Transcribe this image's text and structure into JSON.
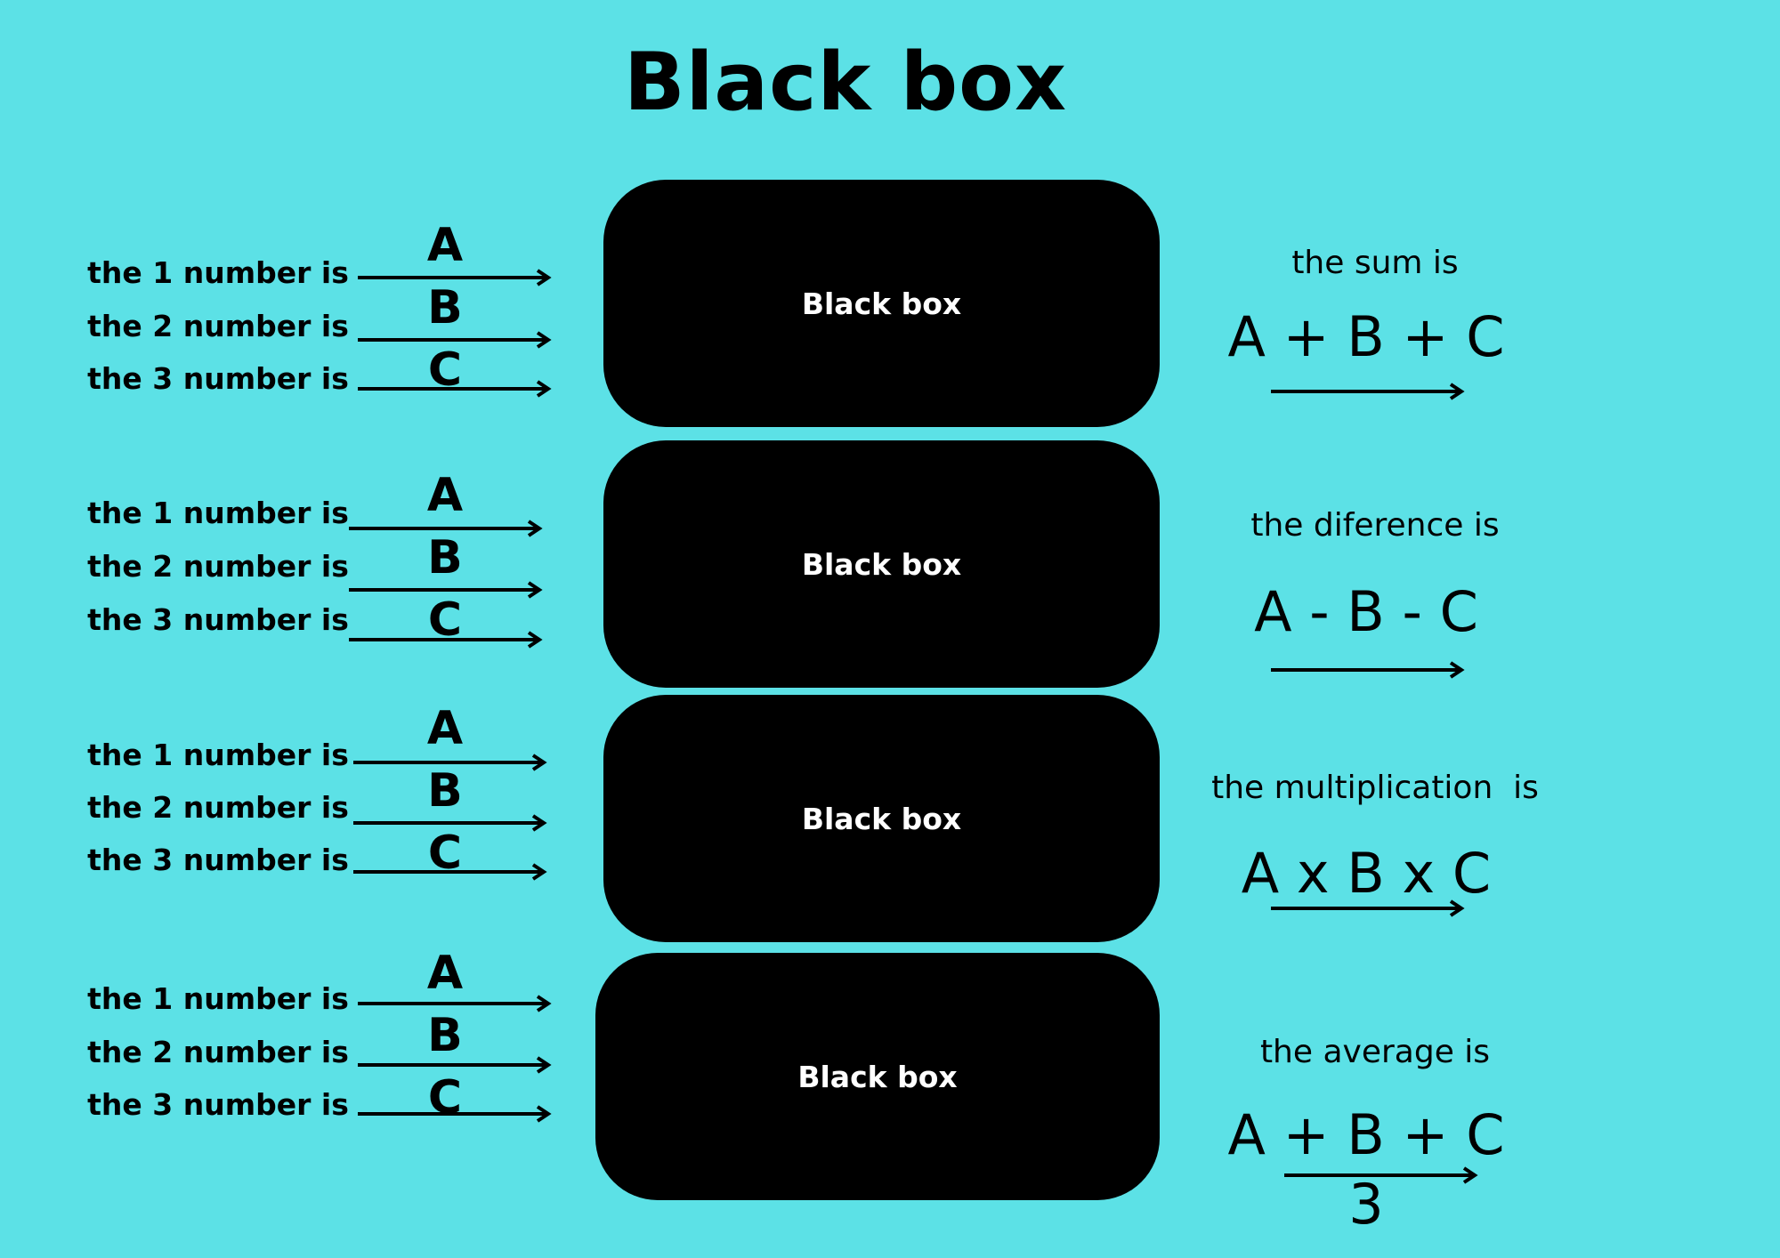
{
  "title": "Black box",
  "rows": [
    {
      "inputs": [
        {
          "label": "the 1 number is",
          "letter": "A"
        },
        {
          "label": "the 2 number is",
          "letter": "B"
        },
        {
          "label": "the 3 number is",
          "letter": "C"
        }
      ],
      "box_label": "Black box",
      "output_label": "the sum is",
      "formula": "A + B + C"
    },
    {
      "inputs": [
        {
          "label": "the 1 number is",
          "letter": "A"
        },
        {
          "label": "the 2 number is",
          "letter": "B"
        },
        {
          "label": "the 3 number is",
          "letter": "C"
        }
      ],
      "box_label": "Black box",
      "output_label": "the diference is",
      "formula": "A - B - C"
    },
    {
      "inputs": [
        {
          "label": "the 1 number is",
          "letter": "A"
        },
        {
          "label": "the 2 number is",
          "letter": "B"
        },
        {
          "label": "the  3 number is",
          "letter": "C"
        }
      ],
      "box_label": "Black box",
      "output_label": "the multiplication  is",
      "formula": "A x B x C"
    },
    {
      "inputs": [
        {
          "label": "the 1 number is",
          "letter": "A"
        },
        {
          "label": "the 2 number is",
          "letter": "B"
        },
        {
          "label": "the 3 number is",
          "letter": "C"
        }
      ],
      "box_label": "Black box",
      "output_label": "the average is",
      "formula": "A + B + C",
      "divisor": "3"
    }
  ],
  "colors": {
    "background": "#5ce1e6",
    "box": "#000000",
    "box_text": "#ffffff",
    "ink": "#000000"
  }
}
